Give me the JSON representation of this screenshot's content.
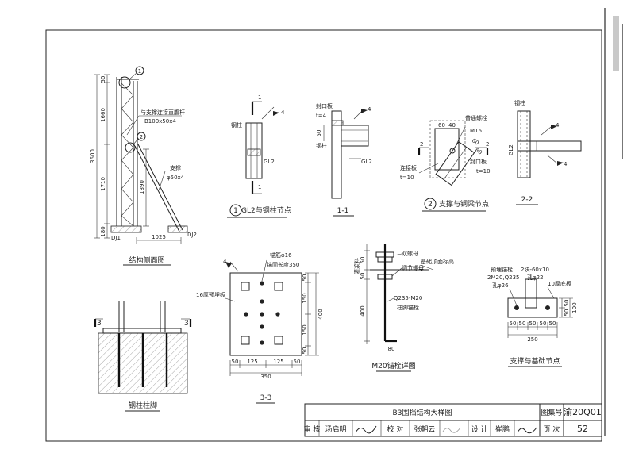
{
  "views": {
    "side_view": {
      "title": "结构侧面图",
      "dims_vertical": [
        "50",
        "1660",
        "1710",
        "180"
      ],
      "dim_total": "3600",
      "dim_inner": "1890",
      "dim_bottom": "1025",
      "label_top_rod": "与支撑连接直腹杆",
      "label_top_rod_spec": "B100x50x4",
      "label_brace": "支撑",
      "label_brace_spec": "φ50x4",
      "foot_left": "DJ1",
      "foot_right": "DJ2",
      "callout_1": "1",
      "callout_2": "2"
    },
    "node1": {
      "title": "GL2与钢柱节点",
      "circle_num": "1",
      "section_mark": "1",
      "weld": "4",
      "label_col": "钢柱",
      "label_beam": "GL2"
    },
    "section_1_1": {
      "title": "1-1",
      "label_plate": "封口板",
      "label_t": "t=4",
      "label_col": "钢柱",
      "label_beam": "GL2",
      "dim": "50",
      "weld": "4"
    },
    "node2": {
      "title": "支撑与钢梁节点",
      "circle_num": "2",
      "label_bolt": "普通螺栓",
      "label_m16": "M16",
      "dim_a": "60",
      "dim_b": "40",
      "dim_c": "60",
      "dim_d": "80",
      "section_left": "2",
      "section_right": "2",
      "label_conn": "连接板",
      "label_conn_t": "t=10",
      "label_cap": "封口板",
      "label_cap_t": "t=10"
    },
    "section_2_2": {
      "title": "2-2",
      "label_col": "钢柱",
      "label_gl2": "GL2",
      "weld_a": "4",
      "weld_b": "4"
    },
    "column_foot": {
      "title": "钢柱柱脚",
      "section_left": "3",
      "section_right": "3"
    },
    "section_3_3": {
      "title": "3-3",
      "label_anchor": "锚筋φ16",
      "label_anchor_len": "锚固长度350",
      "label_plate": "16厚预埋板",
      "weld": "4",
      "dims_bottom": [
        "50",
        "125",
        "125",
        "50"
      ],
      "dim_bottom_total": "350",
      "dims_right": [
        "50",
        "150",
        "150",
        "50"
      ],
      "dim_right_total": "400"
    },
    "anchor_bolt": {
      "title": "M20锚栓详图",
      "label_nut": "双螺母",
      "label_adjust": "调节螺母",
      "label_top": "基础顶面标高",
      "label_spec": "Q235-M20",
      "label_type": "柱脚锚栓",
      "label_grout": "灌浆料",
      "dims": [
        "50",
        "50",
        "400"
      ],
      "dim_hook": "80"
    },
    "brace_foundation": {
      "title": "支撑与基础节点",
      "label_embed": "预埋锚栓",
      "label_bolt_spec": "2M20,Q235",
      "label_hole1": "孔φ26",
      "label_plate": "2块-60x10",
      "label_hole2": "孔φ22",
      "label_thick": "10厚底板",
      "dims_bottom": [
        "50",
        "50",
        "50",
        "50",
        "50"
      ],
      "dim_bottom_total": "250",
      "dims_right": [
        "50",
        "50"
      ],
      "dim_right_total": "100"
    }
  },
  "title_block": {
    "drawing_title": "B3围挡结构大样图",
    "atlas_label": "图集号",
    "atlas_number": "渝20Q01",
    "page_label": "页 次",
    "page_number": "52",
    "row": [
      {
        "label": "审 核",
        "name": "汤启明"
      },
      {
        "label": "校 对",
        "name": "张朝云"
      },
      {
        "label": "设 计",
        "name": "崔鹏"
      }
    ]
  }
}
